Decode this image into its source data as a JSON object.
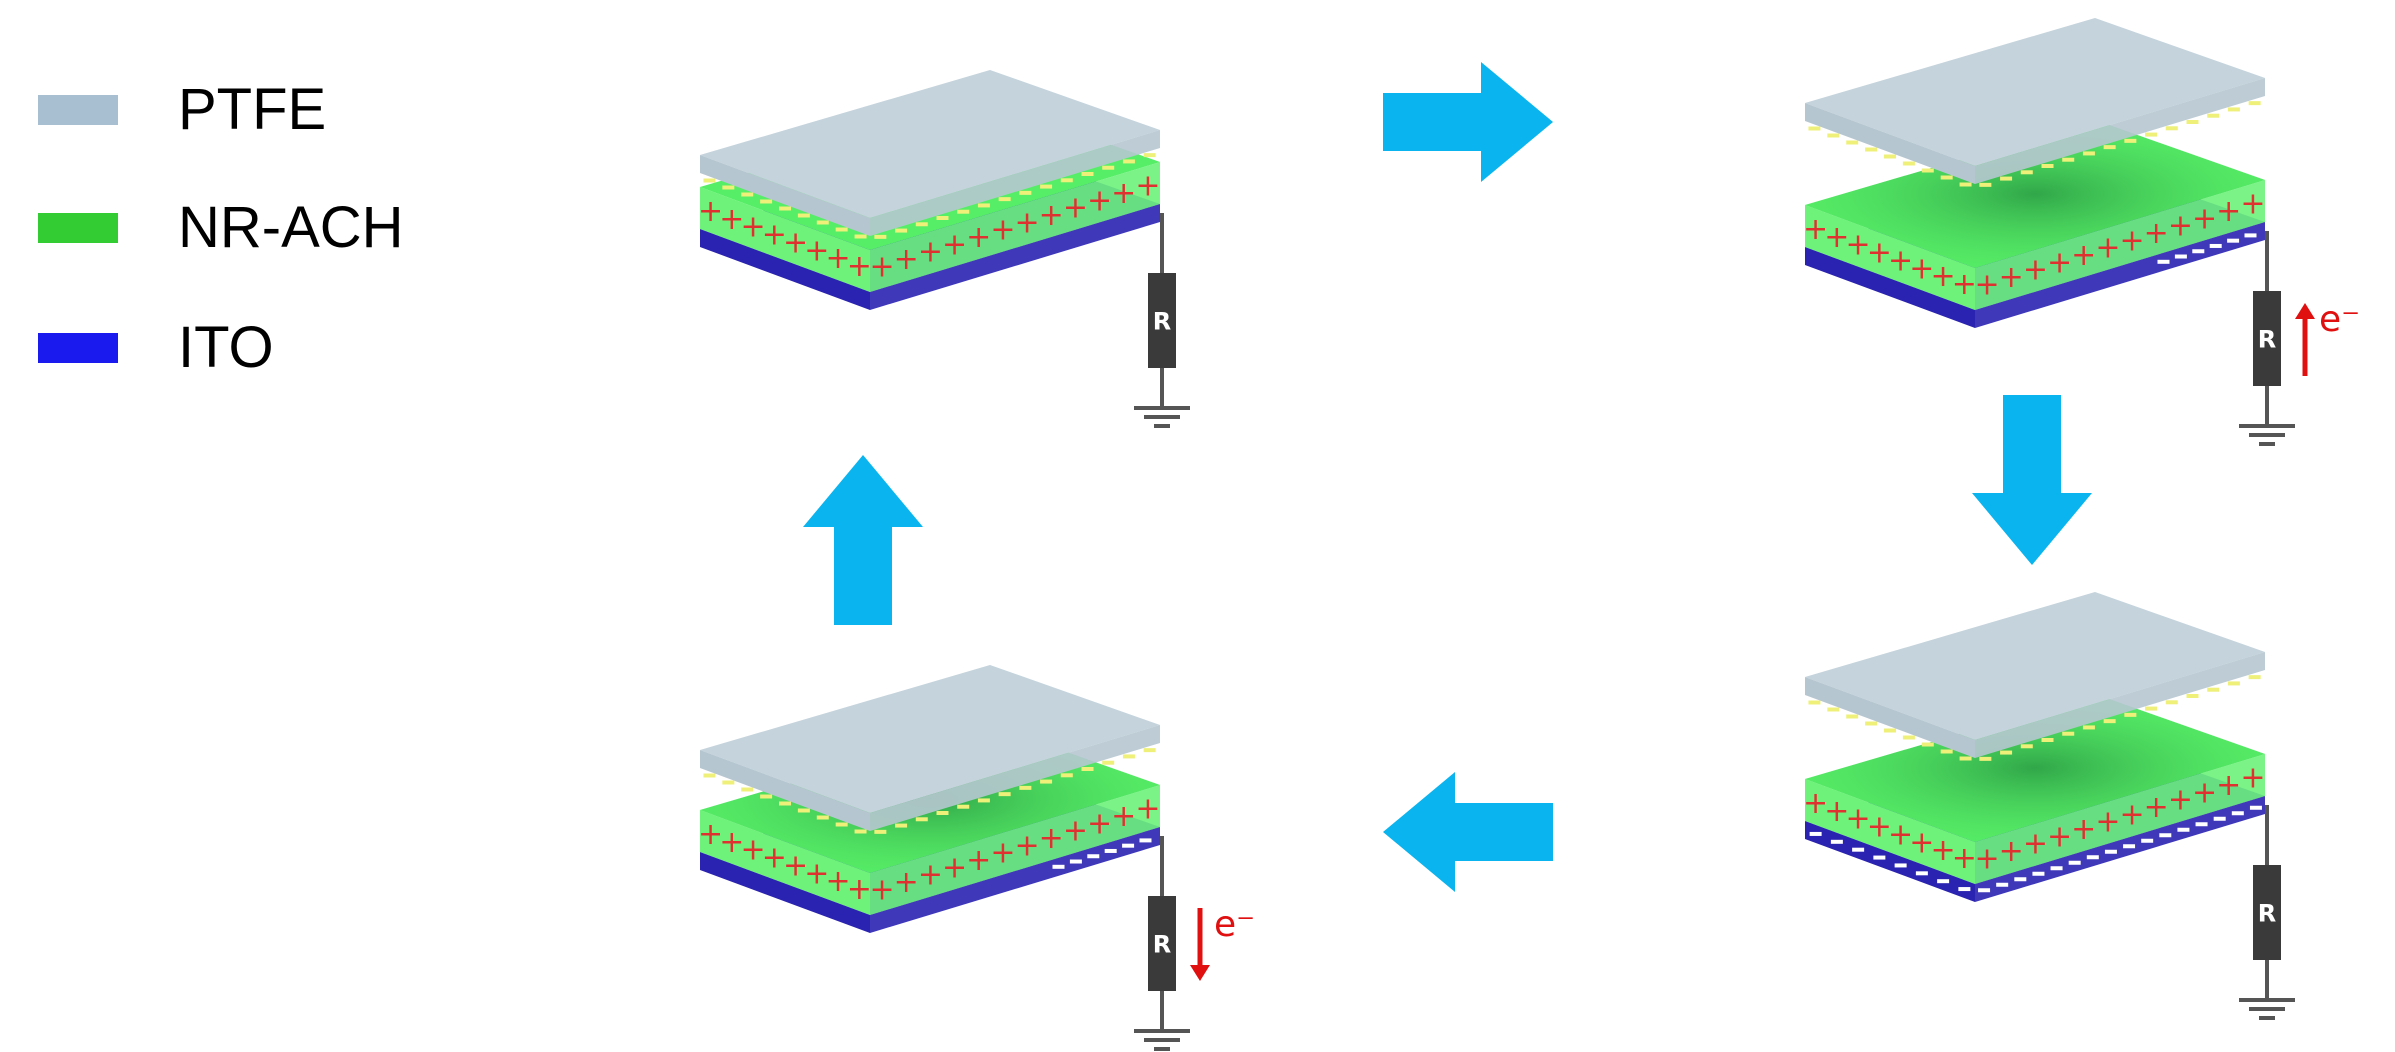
{
  "legend": {
    "items": [
      {
        "label": "PTFE",
        "color": "#a8bfd2"
      },
      {
        "label": "NR-ACH",
        "color": "#33cc33"
      },
      {
        "label": "ITO",
        "color": "#1a1aee"
      }
    ]
  },
  "colors": {
    "ptfe_top": "#c4d3dc",
    "ptfe_side": "#b6c6d0",
    "nrach": "#55ee66",
    "nrach_glow": "#2ea84a",
    "ito": "#3a2fd0",
    "ito_side": "#2a22b0",
    "plus": "#e03030",
    "ptfe_charge": "#eef07a",
    "ito_charge": "#ffffff",
    "arrow": "#0ab4ee",
    "resistor": "#3a3a3a",
    "wire": "#555555",
    "electron": "#e01010"
  },
  "resistor_label": "R",
  "electron_label": "e⁻",
  "stages": [
    {
      "name": "contact",
      "gap": 0,
      "ito_charges": false,
      "electron_flow": "none"
    },
    {
      "name": "separating",
      "gap": 1,
      "ito_charges": true,
      "electron_flow": "up"
    },
    {
      "name": "separated",
      "gap": 1,
      "ito_charges": true,
      "electron_flow": "none"
    },
    {
      "name": "approaching",
      "gap": 0.4,
      "ito_charges": true,
      "electron_flow": "down"
    }
  ],
  "arrows": [
    {
      "name": "arrow-right",
      "direction": "right"
    },
    {
      "name": "arrow-down",
      "direction": "down"
    },
    {
      "name": "arrow-left",
      "direction": "left"
    },
    {
      "name": "arrow-up",
      "direction": "up"
    }
  ]
}
